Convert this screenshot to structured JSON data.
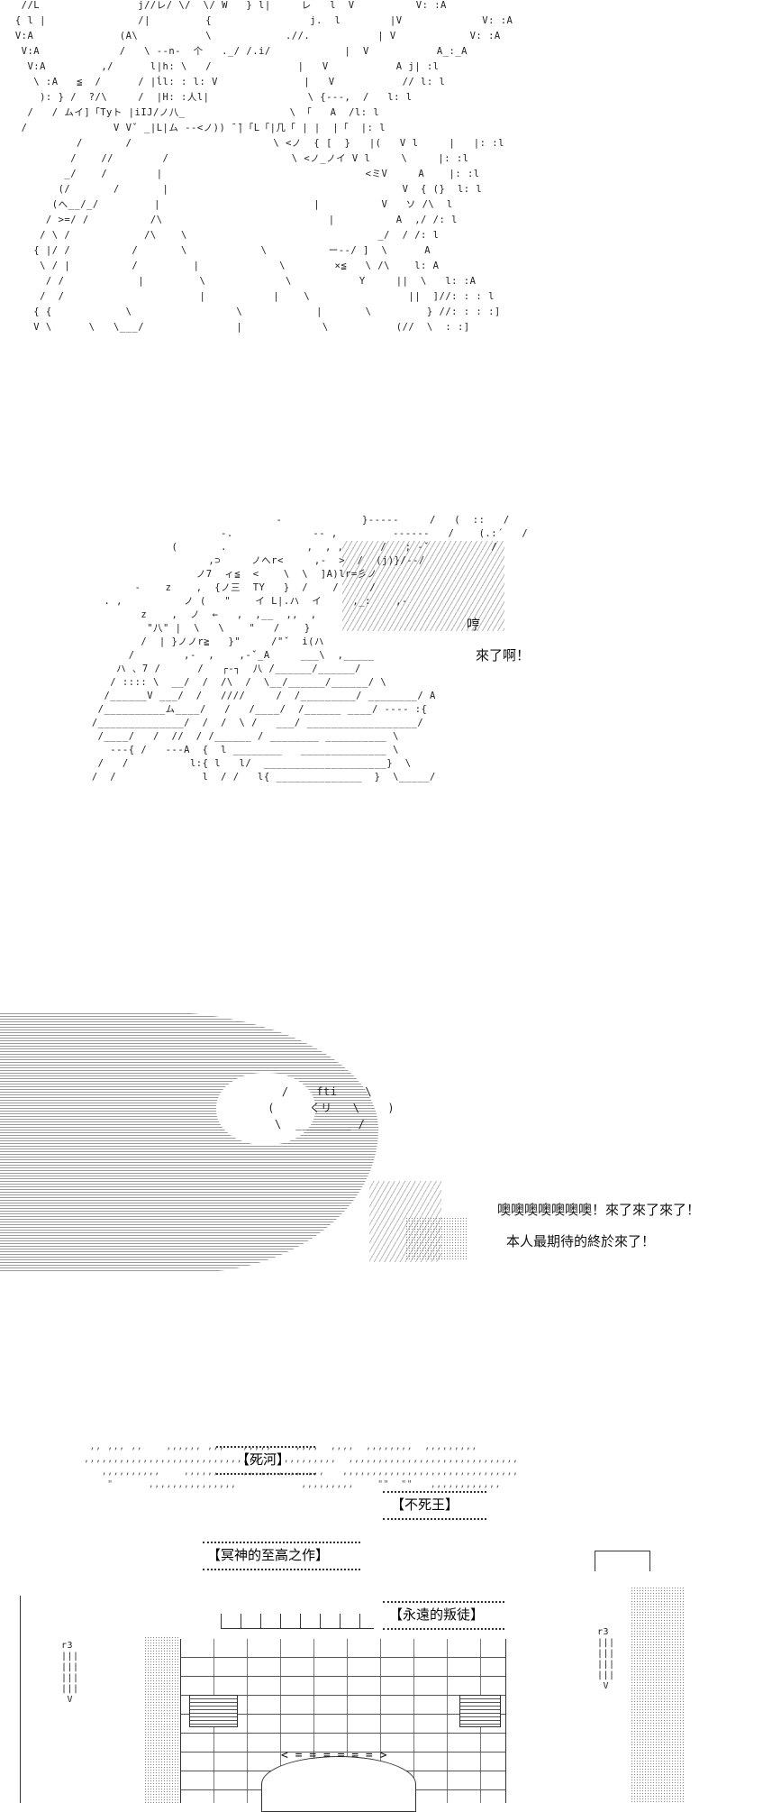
{
  "panel1": {
    "ascii_art": "  //L                j//レ/ \\/  \\/ W   } l|     レ   l  V          V: :A\n { l |               /|         {                j.  l        |V             V: :A\n V:A              (A\\           \\            .//.           | V            V: :A\n  V:A             /   \\ --n-  个   ._/ /.i/            |  V           A_:_A\n   V:A         ,/      l|h: \\   /              |   V           A j| :l\n    \\ :A   ≦  /      / |ĺl: : l: V              |   V           // l: l\n     ): } /  ?/\\     /  |H: :人l|                \\ {---,  /   l: l\n   /   / ムイ]「Tyト |iIJ/ノ八_                 \\ 「   A  /l: l\n  /              V Vˇ _|L|ム --<ノ)) ̄ ̄|「L「|几「 | |  |「  |: l\n           /       /                       \\ <ノ  { [  }   |(   V l     |   |: :l\n          /    //        /                    \\ <ノ_ノイ V l     \\     |: :l\n         _/    /        |                                 <ミV     A    |: :l\n        (/       /       |                                      V  { (}  l: l\n       (へ__/_/         |                         |          V   ソ /\\  l\n      / >=/ /          /\\                           |          A  ,/ /: l\n     / \\ /            /\\    \\                               _/  / /: l\n    { |/ /          /       \\            \\          ー--/ ]  \\      A\n     \\ / |          /         |             \\        ×≦   \\ /\\    l: A\n      / /            |         \\             \\           Y     ||  \\   l: :A\n     /  /                      |           |    \\                ||  ]//: : : l\n    { {            \\                 \\            |       \\         } //: : : :]\n    V \\      \\   \\___/               |             \\           (//  \\  : :]"
  },
  "panel2": {
    "ascii_art": "                               -             }-----     /   (  ::   /\n                      -.             -- ,         ------   /    (.:´   /\n              (       .             ,  , ,      /   ; -ˇ          /\n                    ,⊃     ノへr<     ,-  >  /  (j)}/--/\n                  ノ7  ィ≦  <    \\  \\  ]A)lr=彡ノ\n        -    z    ,  {ノ三  TY   }  /    /     /\n   . ,          ノ (   \"    イ L|.ハ  イ     ,_:    ,-\n         z    ,  ノ  ←   ,  ,__  ,,  ,\n          \"八\" |  \\   \\    \"   /    }\n         /  | }ノノr≧   }\"     /\"ˇ  i(ハ\n       /        ,-  ,    ,-ˇ_A     ___\\  ,_____\n     ハ 、7 /      /   ┌-┐  八 /______/______/\n    / :::: \\  __/  /  /\\  /  \\__/______/______/ \\\n   /______V ___/  /   ////     /  /_________/ ________/ A\n  /__________ム____/   /   /____/  /______ ____/ ---- :{\n /______________/  /  /  \\ /   ___/ __________________/\n  /____/   /  //  / /______ / ________ __________ \\\n    ---{ /   ---A  {  l ________   ______________ \\\n  /   /          l:{ l   l/  ____________________}  \\\n /  /              l  / /   l{ ______________  }  \\_____/",
    "speech": [
      "哼",
      "來了啊！"
    ]
  },
  "panel3": {
    "ascii_art": "            /    fti    \\\n          (     くリ   \\    )\n           \\  ________ /",
    "speech": [
      "噢噢噢噢噢噢噢！來了來了來了！",
      "本人最期待的終於來了！"
    ]
  },
  "panel4": {
    "bursts": [
      "【死河】",
      "【不死王】",
      "【冥神的至高之作】",
      "【永遠的叛徒】"
    ],
    "ascii_art_top": "   ,, ,,, ,,    ,,,,,, ,,,   ,,,,,    ,,,,  ,,,,  ,,,,,,,,  ,,,,,,,,,\n  ,,,,,,,,,,,,,,,,,,,,,,,,,,,,,,,,  ,,,,,,,,,  ,,,,,,,,,,,,,,,,,,,,,,,,,,,,,\n     ,,,,,,,,,,    ,,,,,,    ,,,,,,,,,,,,,,   ,,,,,,,,,,,,,,,,,,,,,,,,,,,,,,\n      \"      ,,,,,,,,,,,,,,,           ,,,,,,,,,    \"\"  \"\"   ,,,,,,,,,,,,",
    "ascii_art_castle": "  _ _ _ _ _ _ _ _ _ _ _ _ _ _ _ _ _ _ _ _ _ _ _ _ _ _ _ _ _ _\n   ┌┐ ┌┐ ┌┐ ┌┐ ┌┐ ┌┐ ┌┐ ┌┐\n__┘└_┘└_┘└_┘└_┘└_┘└_┘└_┘└_____\n",
    "gate": "< = = = = = = >",
    "tower_left": "r3\n|||\n|||\n|||\n|||\n V",
    "tower_right": "r3\n|||\n|||\n|||\n|||\n V"
  }
}
